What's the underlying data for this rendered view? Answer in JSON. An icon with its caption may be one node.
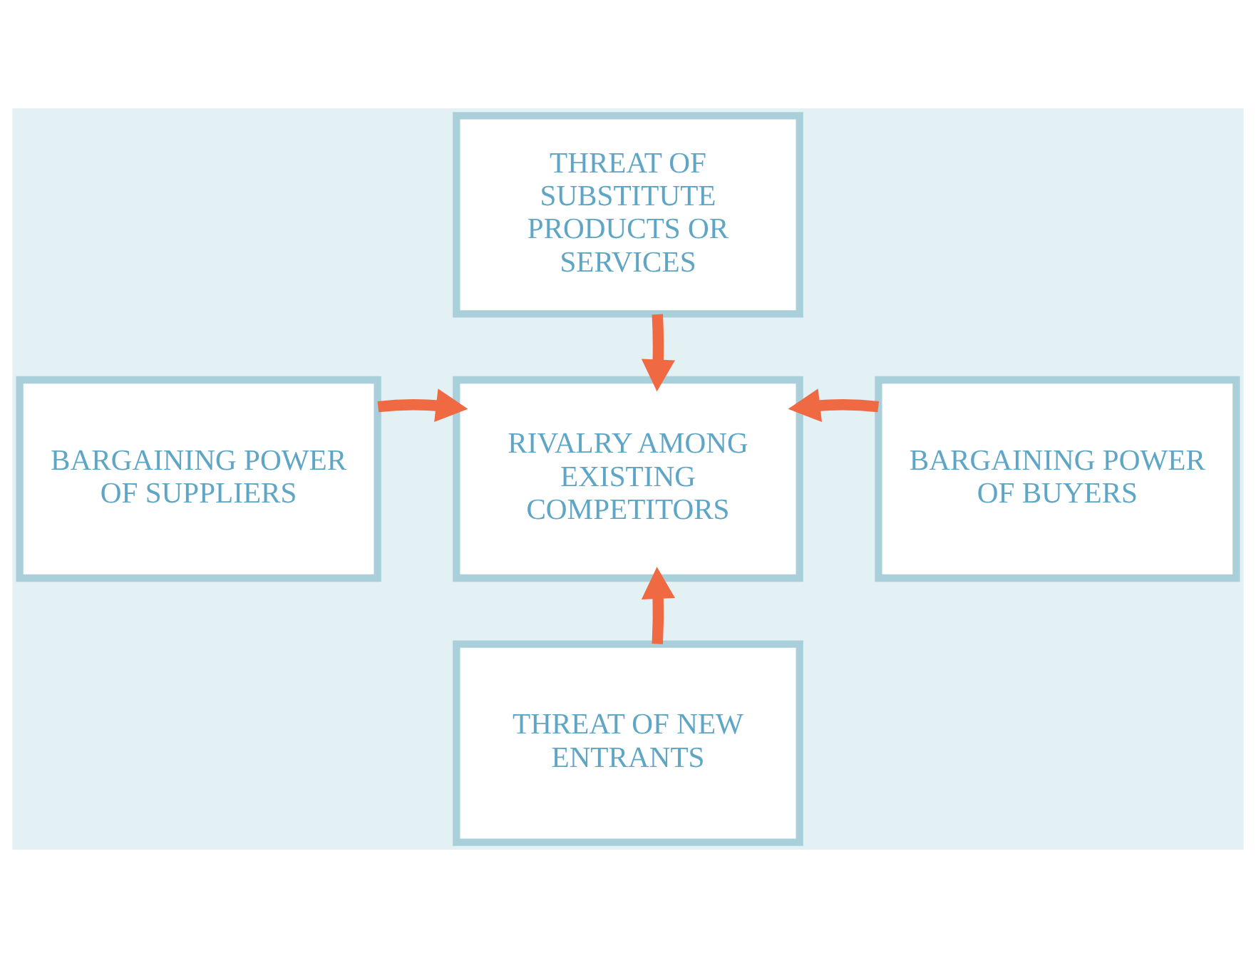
{
  "diagram": {
    "nodes": [
      {
        "text": [
          "THREAT OF SUBSTITUTE PRODUCTS OR SERVICES"
        ]
      },
      {
        "text": [
          "BARGAINING POWER OF SUPPLIERS"
        ]
      },
      {
        "text": [
          "RIVALRY AMONG EXISTING COMPETITORS"
        ]
      },
      {
        "text": [
          "BARGAINING POWER OF BUYERS"
        ]
      },
      {
        "text": [
          "THREAT OF NEW ENTRANTS"
        ]
      }
    ],
    "edges": [
      {
        "from": 0,
        "to": 2,
        "arrow": "to"
      },
      {
        "from": 1,
        "to": 2,
        "arrow": "to"
      },
      {
        "from": 3,
        "to": 2,
        "arrow": "to"
      },
      {
        "from": 4,
        "to": 2,
        "arrow": "to"
      }
    ]
  }
}
